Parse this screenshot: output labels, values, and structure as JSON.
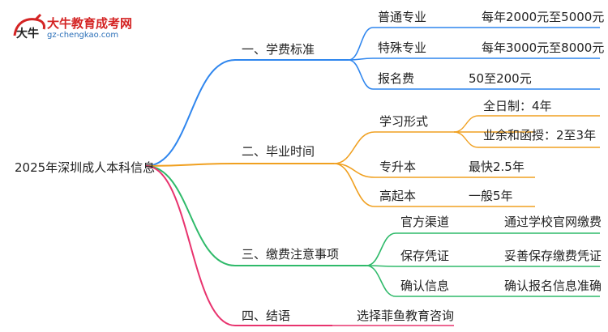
{
  "logo": {
    "mark_text": "大牛",
    "title": "大牛教育成考网",
    "url": "gz-chengkao.com"
  },
  "mindmap": {
    "root": "2025年深圳成人本科信息",
    "branches": [
      {
        "label": "一、学费标准",
        "color": "#2f86ee",
        "children": [
          {
            "label": "普通专业",
            "value": "每年2000元至5000元"
          },
          {
            "label": "特殊专业",
            "value": "每年3000元至8000元"
          },
          {
            "label": "报名费",
            "value": "50至200元"
          }
        ]
      },
      {
        "label": "二、毕业时间",
        "color": "#f0a020",
        "children": [
          {
            "label": "学习形式",
            "sub": [
              "全日制：4年",
              "业余和函授：2至3年"
            ]
          },
          {
            "label": "专升本",
            "value": "最快2.5年"
          },
          {
            "label": "高起本",
            "value": "一般5年"
          }
        ]
      },
      {
        "label": "三、缴费注意事项",
        "color": "#2fba6a",
        "children": [
          {
            "label": "官方渠道",
            "value": "通过学校官网缴费"
          },
          {
            "label": "保存凭证",
            "value": "妥善保存缴费凭证"
          },
          {
            "label": "确认信息",
            "value": "确认报名信息准确"
          }
        ]
      },
      {
        "label": "四、结语",
        "color": "#e8336e",
        "children": [
          {
            "value": "选择菲鱼教育咨询"
          }
        ]
      }
    ]
  }
}
